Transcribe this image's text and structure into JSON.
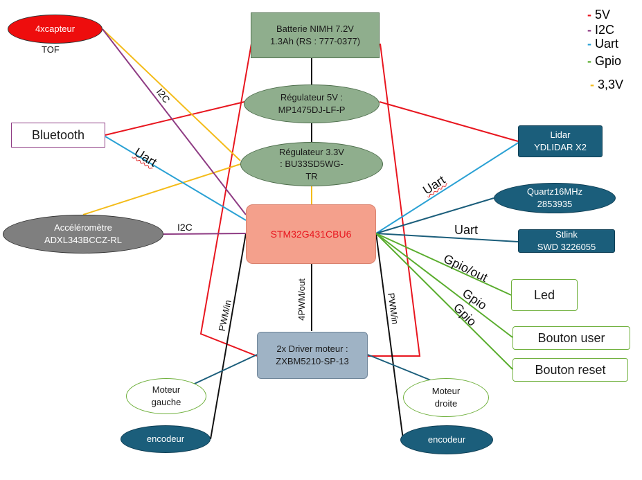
{
  "colors": {
    "wire_5v": "#e8161f",
    "wire_i2c": "#8e3b83",
    "wire_uart": "#2aa1d4",
    "wire_gpio": "#5aad2e",
    "wire_3v3": "#f4bc1a",
    "wire_black": "#111111",
    "wire_navy": "#1b5e7b"
  },
  "legend": [
    {
      "label": "5V",
      "color": "#e8161f"
    },
    {
      "label": "I2C",
      "color": "#8e3b83"
    },
    {
      "label": "Uart",
      "color": "#2aa1d4"
    },
    {
      "label": "Gpio",
      "color": "#5aad2e"
    },
    {
      "label": "3,3V",
      "color": "#f4bc1a"
    }
  ],
  "nodes": {
    "battery": "Batterie NIMH 7.2V\n1.3Ah (RS : 777-0377)",
    "reg5v": "Régulateur 5V :\nMP1475DJ-LF-P",
    "reg33": "Régulateur 3.3V\n: BU33SD5WG-\nTR",
    "mcu": "STM32G431CBU6",
    "driver": "2x Driver moteur :\nZXBM5210-SP-13",
    "tof": "4xcapteur",
    "tof_caption": "TOF",
    "bluetooth": "Bluetooth",
    "accel": "Accéléromètre\nADXL343BCCZ-RL",
    "motor_left": "Moteur\ngauche",
    "motor_right": "Moteur\ndroite",
    "encoder_left": "encodeur",
    "encoder_right": "encodeur",
    "lidar": "Lidar\nYDLIDAR X2",
    "quartz": "Quartz16MHz\n2853935",
    "stlink": "Stlink\nSWD 3226055",
    "led": "Led",
    "btn_user": "Bouton user",
    "btn_reset": "Bouton reset"
  },
  "labels": {
    "i2c_tof": "I2C",
    "uart_bt": "Uart",
    "i2c_accel": "I2C",
    "uart_lidar": "Uart",
    "uart_stlink": "Uart",
    "gpio_out": "Gpio/out",
    "gpio1": "Gpio",
    "gpio2": "Gpio",
    "pwm_in_left": "PWM/in",
    "pwm_out": "4PWM/out",
    "pwm_in_right": "PWM/in"
  }
}
